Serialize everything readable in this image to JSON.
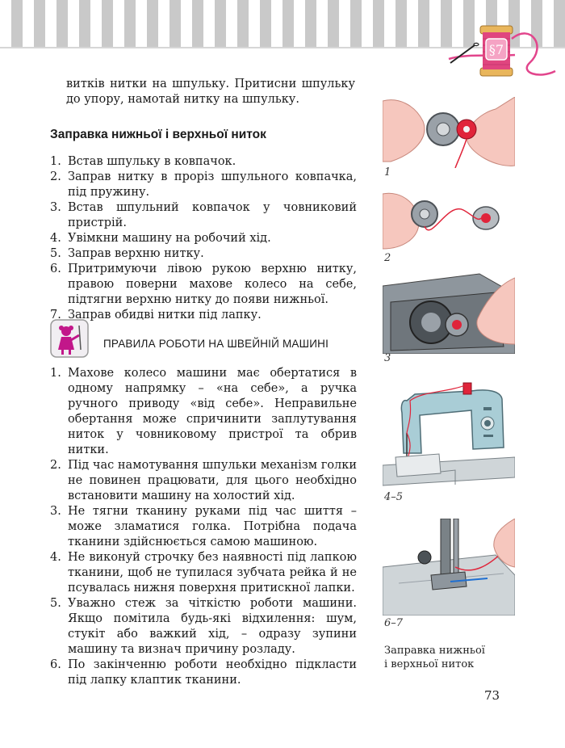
{
  "header": {
    "section_badge": "§7"
  },
  "intro_text": "витків нитки на шпульку. Притисни шпульку до упору, намотай нитку на шпульку.",
  "section_heading": "Заправка нижньої і верхньої ниток",
  "steps": [
    {
      "num": "1.",
      "text": "Встав шпульку в ковпачок."
    },
    {
      "num": "2.",
      "text": "Заправ нитку в проріз шпульного ковпачка, під пружину."
    },
    {
      "num": "3.",
      "text": "Встав шпульний ковпачок у човниковий пристрій."
    },
    {
      "num": "4.",
      "text": "Увімкни машину на робочий хід."
    },
    {
      "num": "5.",
      "text": "Заправ верхню нитку."
    },
    {
      "num": "6.",
      "text": "Притримуючи лівою рукою верхню нитку, правою поверни махове колесо на себе, підтягни верхню нитку до появи нижньої."
    },
    {
      "num": "7.",
      "text": "Заправ обидві нитки під лапку."
    }
  ],
  "rules_title": "ПРАВИЛА РОБОТИ НА ШВЕЙНІЙ МАШИНІ",
  "rules": [
    {
      "num": "1.",
      "text": "Махове колесо машини має обертатися в одному напрямку – «на себе», а ручка ручного приводу «від себе». Неправильне обертання може спричинити заплутування ниток у човниковому пристрої та обрив нитки."
    },
    {
      "num": "2.",
      "text": "Під час намотування шпульки механізм голки не повинен працювати, для цього необхідно встановити машину на холостий хід."
    },
    {
      "num": "3.",
      "text": "Не тягни тканину руками під час шиття – може зламатися голка. Потрібна подача тканини здійснюється самою машиною."
    },
    {
      "num": "4.",
      "text": "Не виконуй строчку без наявності під лапкою тканини, щоб не тупилася зубчата рейка й не псувалась нижня поверхня притискної лапки."
    },
    {
      "num": "5.",
      "text": "Уважно стеж за чіткістю роботи машини. Якщо помітила будь-які відхилення: шум, стукіт або важкий хід, – одразу зупини машину та визнач причину розладу."
    },
    {
      "num": "6.",
      "text": "По закінченню роботи необхідно підкласти під лапку клаптик тканини."
    }
  ],
  "figures": [
    {
      "label": "1"
    },
    {
      "label": "2"
    },
    {
      "label": "3"
    },
    {
      "label": "4–5"
    },
    {
      "label": "6–7"
    }
  ],
  "caption_line1": "Заправка нижньої",
  "caption_line2": "і верхньої ниток",
  "page_number": "73"
}
